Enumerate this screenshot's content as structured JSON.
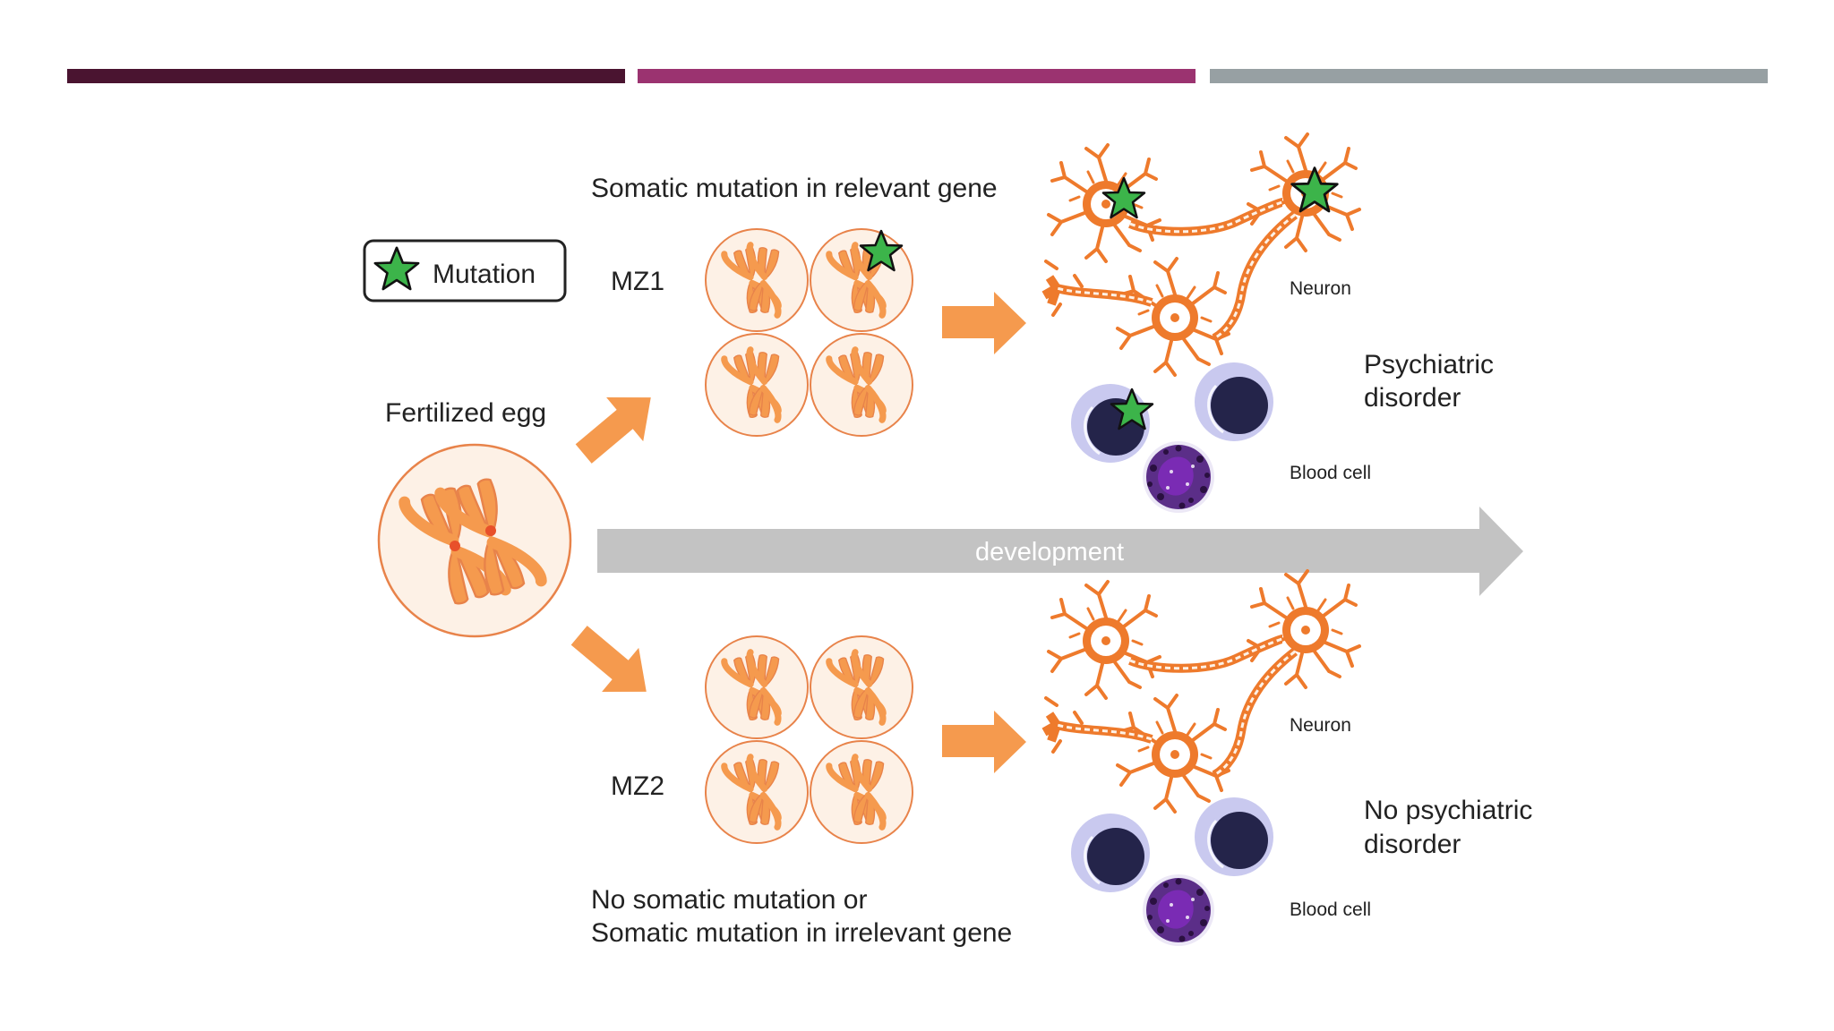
{
  "header_bars": [
    {
      "color": "#4a1430"
    },
    {
      "color": "#9b3370"
    },
    {
      "color": "#97a0a3"
    }
  ],
  "legend": {
    "label": "Mutation"
  },
  "labels": {
    "somatic_top": "Somatic mutation in relevant gene",
    "mz1": "MZ1",
    "mz2": "MZ2",
    "fertilized_egg": "Fertilized egg",
    "development": "development",
    "neuron_top": "Neuron",
    "neuron_bottom": "Neuron",
    "blood_top": "Blood cell",
    "blood_bottom": "Blood cell",
    "psychiatric_line1": "Psychiatric",
    "psychiatric_line2": "disorder",
    "no_psychiatric_line1": "No psychiatric",
    "no_psychiatric_line2": "disorder",
    "bottom_line1": "No somatic mutation or",
    "bottom_line2": "Somatic mutation in irrelevant gene"
  },
  "colors": {
    "orange": "#f59a4e",
    "orange_light": "#fdf1e6",
    "orange_stroke": "#e8834a",
    "neuron": "#ee7a2c",
    "star": "#3cb44a",
    "arrow_gray": "#c3c3c3",
    "blood_dark": "#24244a",
    "blood_halo": "#c9c9ef",
    "purple": "#5a1a8a"
  }
}
